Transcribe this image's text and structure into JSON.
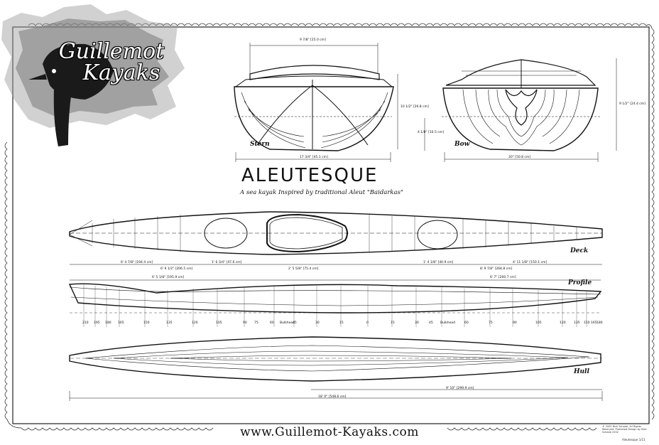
{
  "brand": {
    "line1": "Guillemot",
    "line2": "Kayaks"
  },
  "title": "ALEUTESQUE",
  "subtitle": "A sea kayak Inspired by traditional Aleut \"Baidarkas\"",
  "views": {
    "stern": "Stern",
    "bow": "Bow",
    "deck": "Deck",
    "profile": "Profile",
    "hull": "Hull"
  },
  "dimensions": {
    "stern_top_width": "9 7/8\" [25.0 cm]",
    "stern_bottom_width": "17 3/4\" [45.1 cm]",
    "stern_height": "10 1/2\" [26.8 cm]",
    "bow_height_left": "4 1/8\" [10.5 cm]",
    "bow_width": "20\" [50.8 cm]",
    "bow_height_right": "9 1/2\" [24.4 cm]",
    "deck_dims": [
      "6' 4 7/8\" [194.4 cm]",
      "1' 6 3/4\" [47.6 cm]",
      "2' 5 5/8\" [75.4 cm]",
      "1' 4 1/8\" [40.9 cm]",
      "4' 11 1/8\" [150.1 cm]"
    ],
    "deck_dims_row2": [
      "6' 9 1/2\" [206.5 cm]",
      "8' 9 7/8\" [268.8 cm]"
    ],
    "profile_dims": [
      "6' 5 1/8\" [195.9 cm]",
      "6' 7\" [200.7 cm]"
    ],
    "stations": [
      "210",
      "195",
      "180",
      "165",
      "150",
      "135",
      "120",
      "105",
      "90",
      "75",
      "60",
      "Bulkhead",
      "45",
      "30",
      "15",
      "0",
      "15",
      "30",
      "45",
      "Bulkhead",
      "60",
      "75",
      "90",
      "105",
      "120",
      "135",
      "150",
      "165",
      "180"
    ],
    "hull_dims": [
      "9' 10\" [299.9 cm]",
      "18' 0\" [548.6 cm]"
    ]
  },
  "footer": {
    "url": "www.Guillemot-Kayaks.com",
    "copyright": "© 2002 Nick Schade, All Rights Reserved. Protected Design by Nick Schade 2002",
    "sheet": "Aleutesque 1/11"
  },
  "colors": {
    "ink": "#111111",
    "paper": "#ffffff",
    "logo_gray": "#9a9a9a"
  }
}
